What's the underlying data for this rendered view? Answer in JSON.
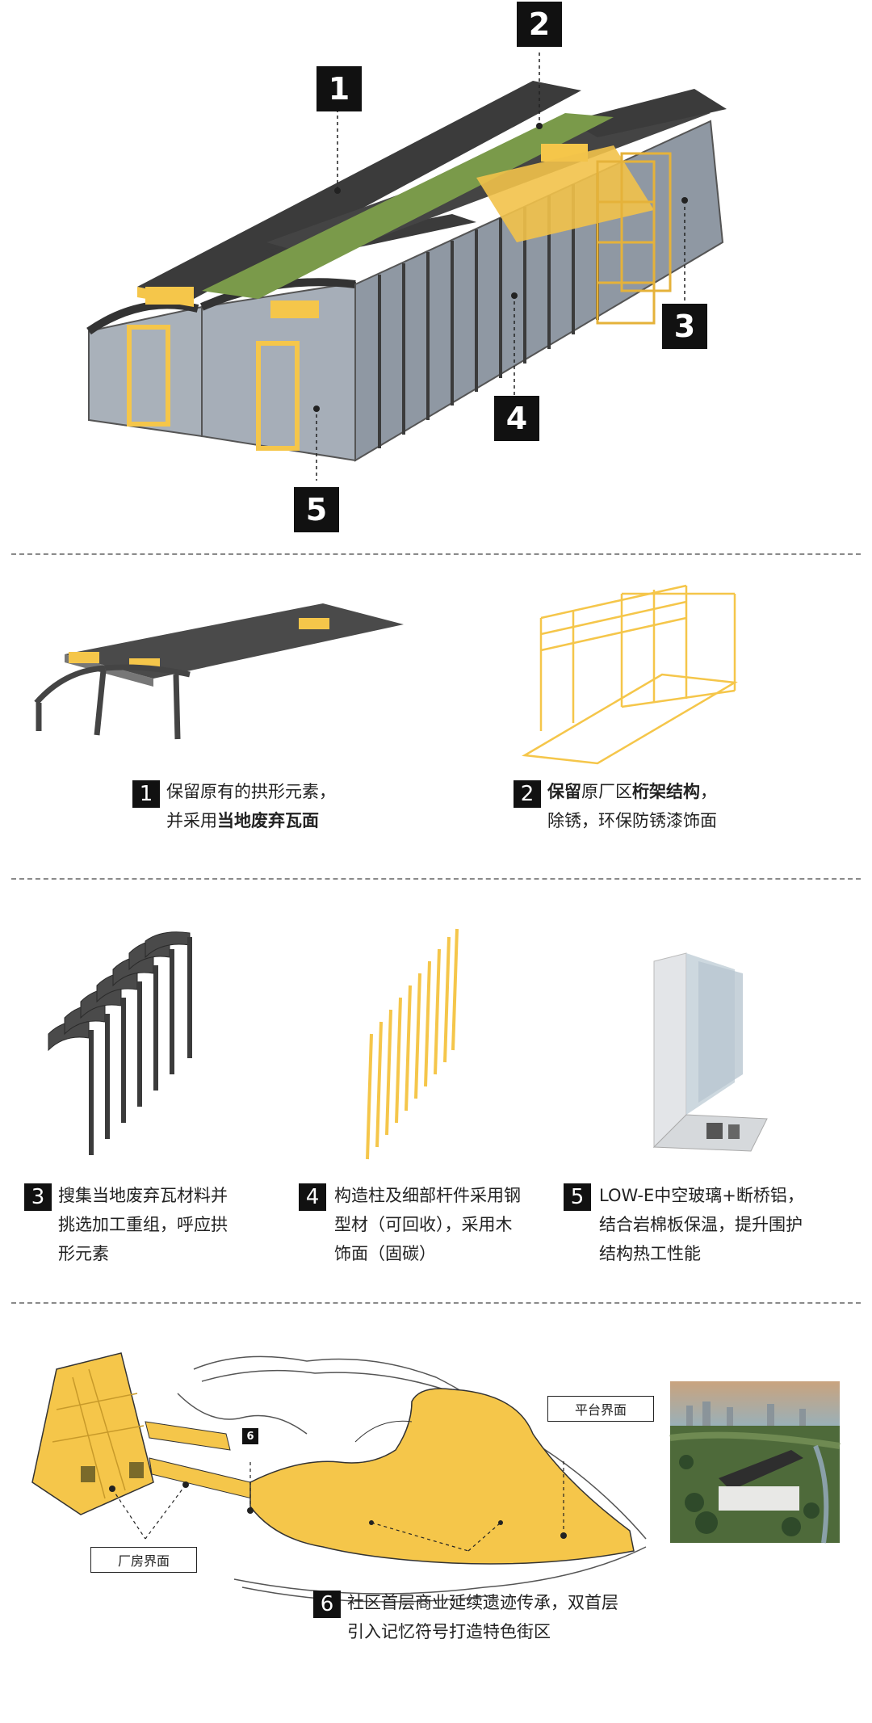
{
  "top_markers": [
    "1",
    "2",
    "3",
    "4",
    "5"
  ],
  "items": [
    {
      "num": "1",
      "line1": "保留原有的拱形元素，",
      "line2_pre": "并采用",
      "line2_bold": "当地废弃瓦面"
    },
    {
      "num": "2",
      "line1_bold1": "保留",
      "line1_mid": "原厂区",
      "line1_bold2": "桁架结构",
      "line1_end": "，",
      "line2": "除锈，环保防锈漆饰面"
    },
    {
      "num": "3",
      "line1": "搜集当地废弃瓦材料并",
      "line2": "挑选加工重组，呼应拱",
      "line3": "形元素"
    },
    {
      "num": "4",
      "line1": "构造柱及细部杆件采用钢",
      "line2": "型材（可回收），采用木",
      "line3": "饰面（固碳）"
    },
    {
      "num": "5",
      "line1": "LOW-E中空玻璃+断桥铝，",
      "line2": "结合岩棉板保温，提升围护",
      "line3": "结构热工性能"
    },
    {
      "num": "6",
      "line1": "社区首层商业延续遗迹传承，双首层",
      "line2": "引入记忆符号打造特色街区"
    }
  ],
  "site_labels": {
    "platform": "平台界面",
    "factory": "厂房界面",
    "marker": "6"
  },
  "colors": {
    "yellow": "#f5c64a",
    "dark": "#3b3b3b",
    "glass": "#9aa3ad",
    "black": "#111111"
  }
}
